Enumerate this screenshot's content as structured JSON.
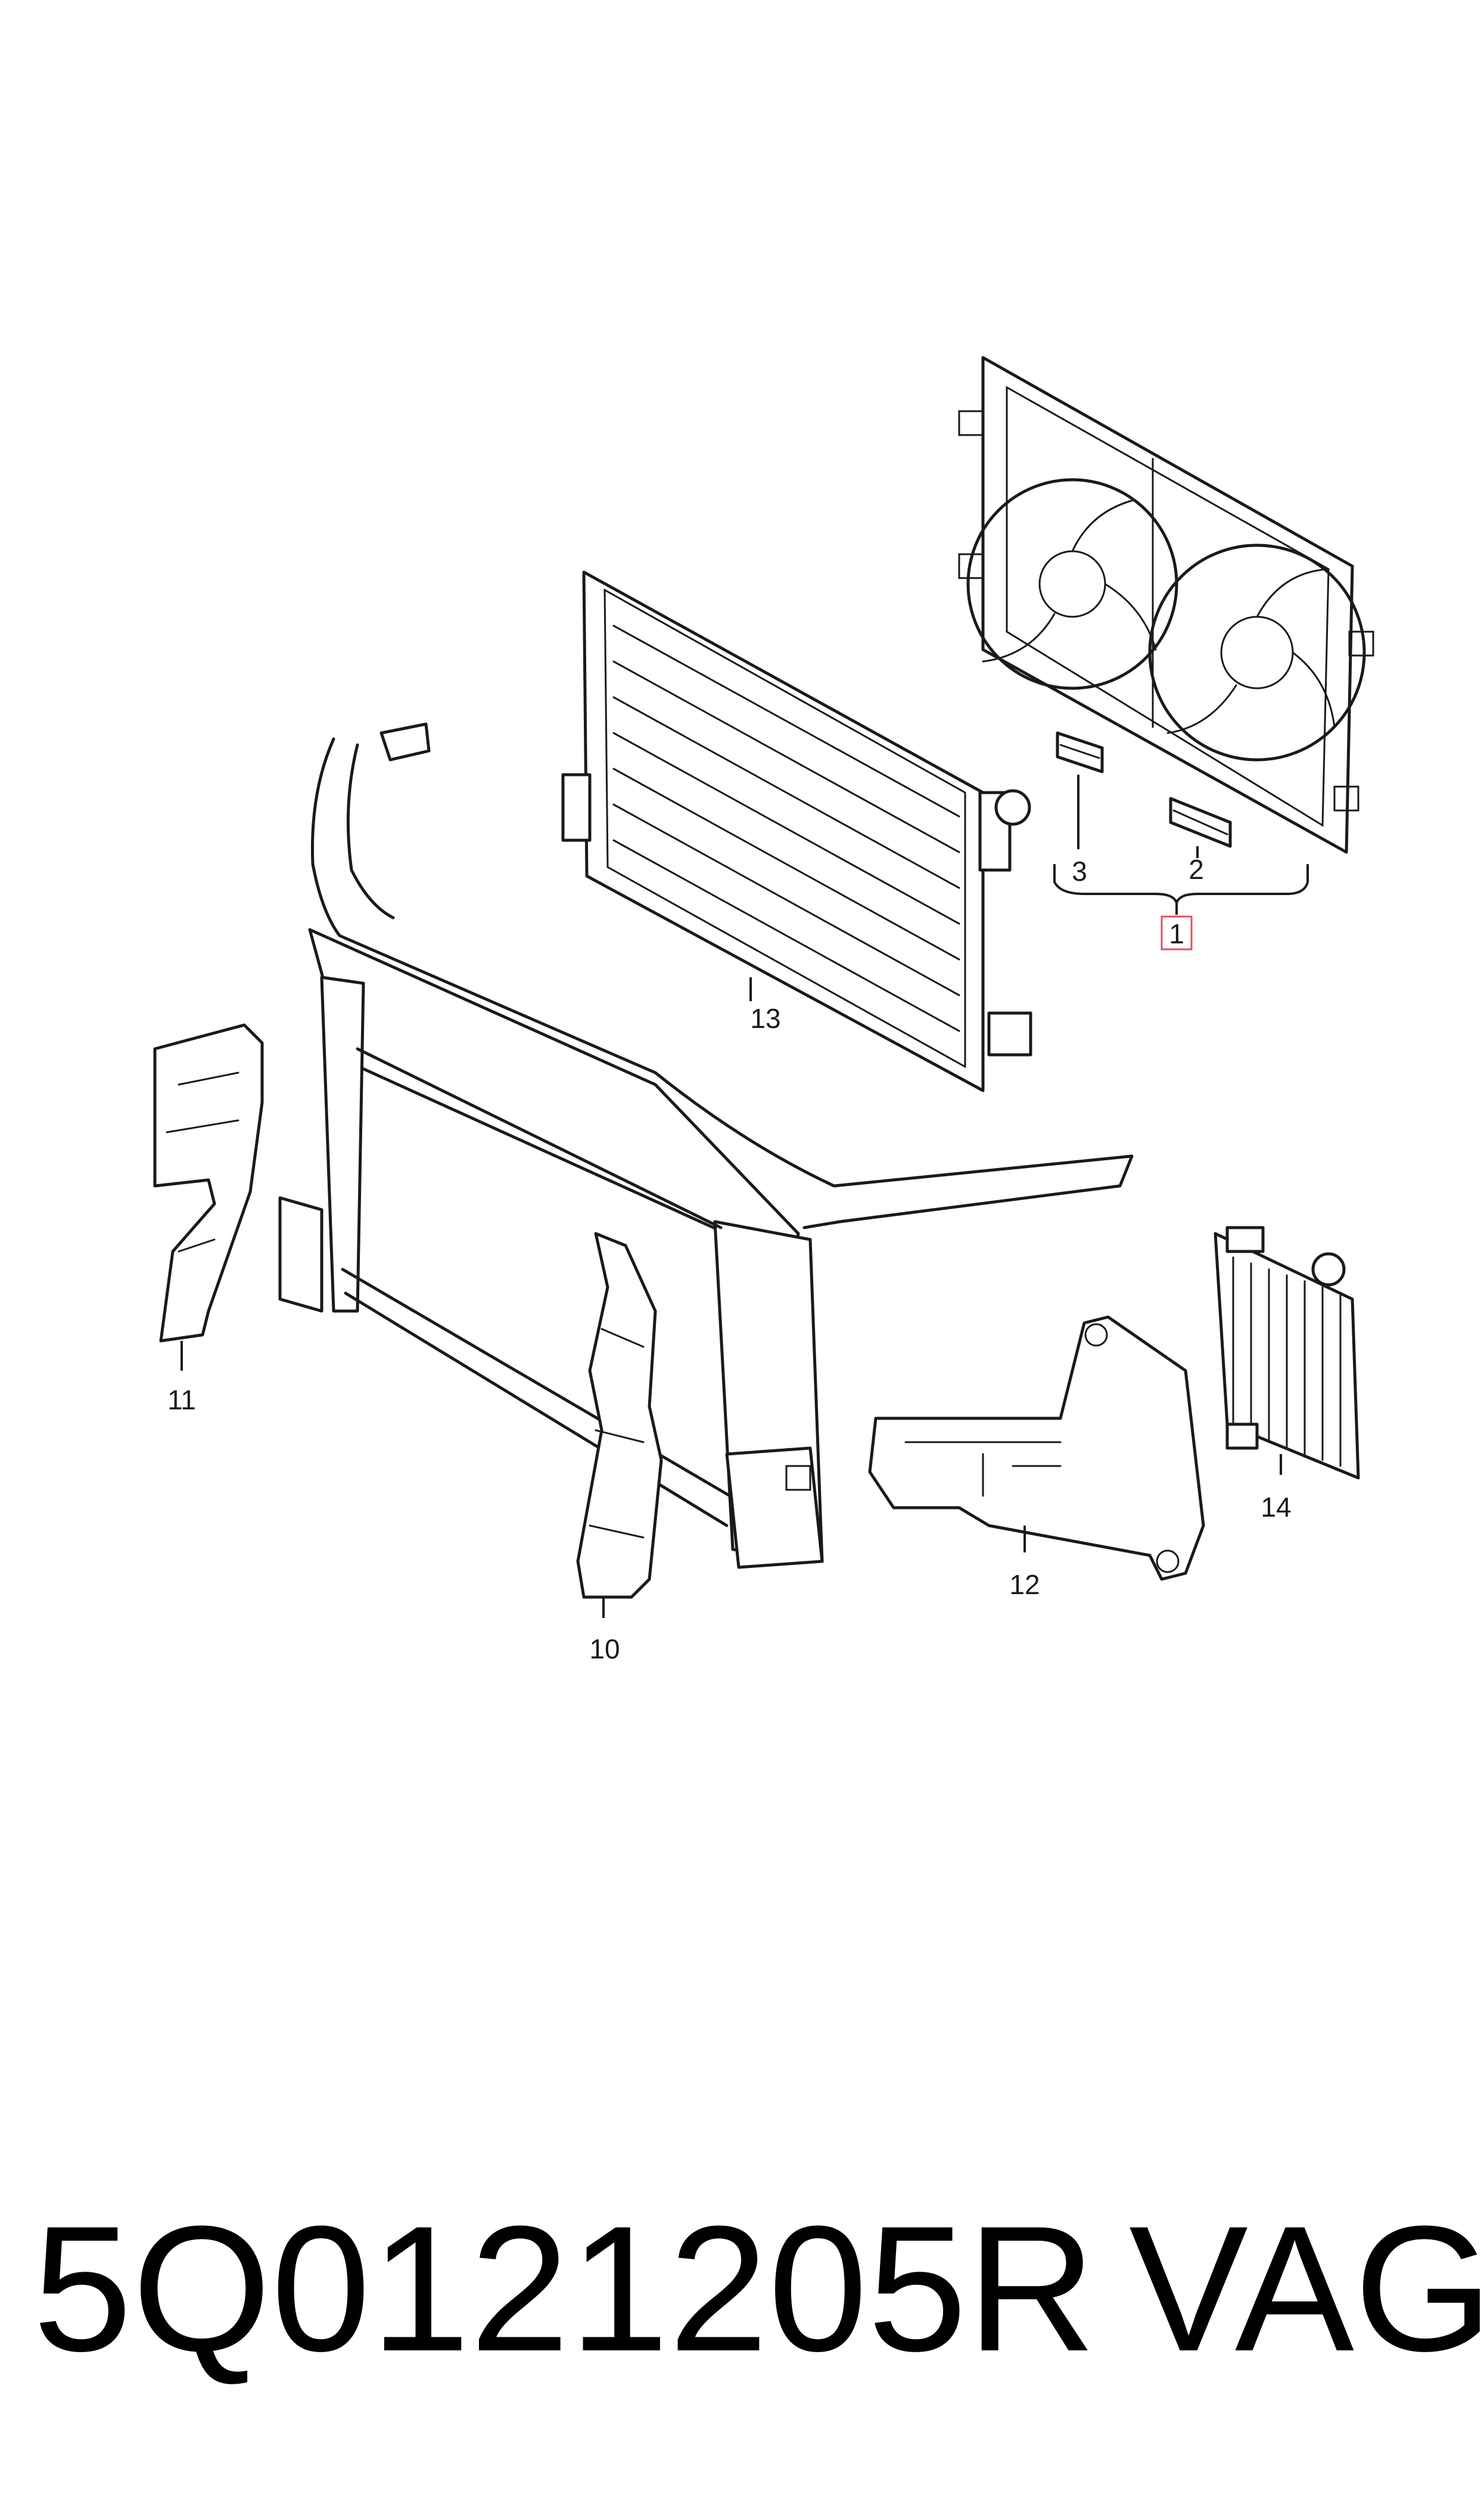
{
  "callouts": {
    "c1": "1",
    "c2": "2",
    "c3": "3",
    "c10": "10",
    "c11": "11",
    "c12": "12",
    "c13": "13",
    "c14": "14"
  },
  "highlight_color": "#e05060",
  "footer": {
    "part_number": "5Q0121205R",
    "brand": "VAG"
  }
}
